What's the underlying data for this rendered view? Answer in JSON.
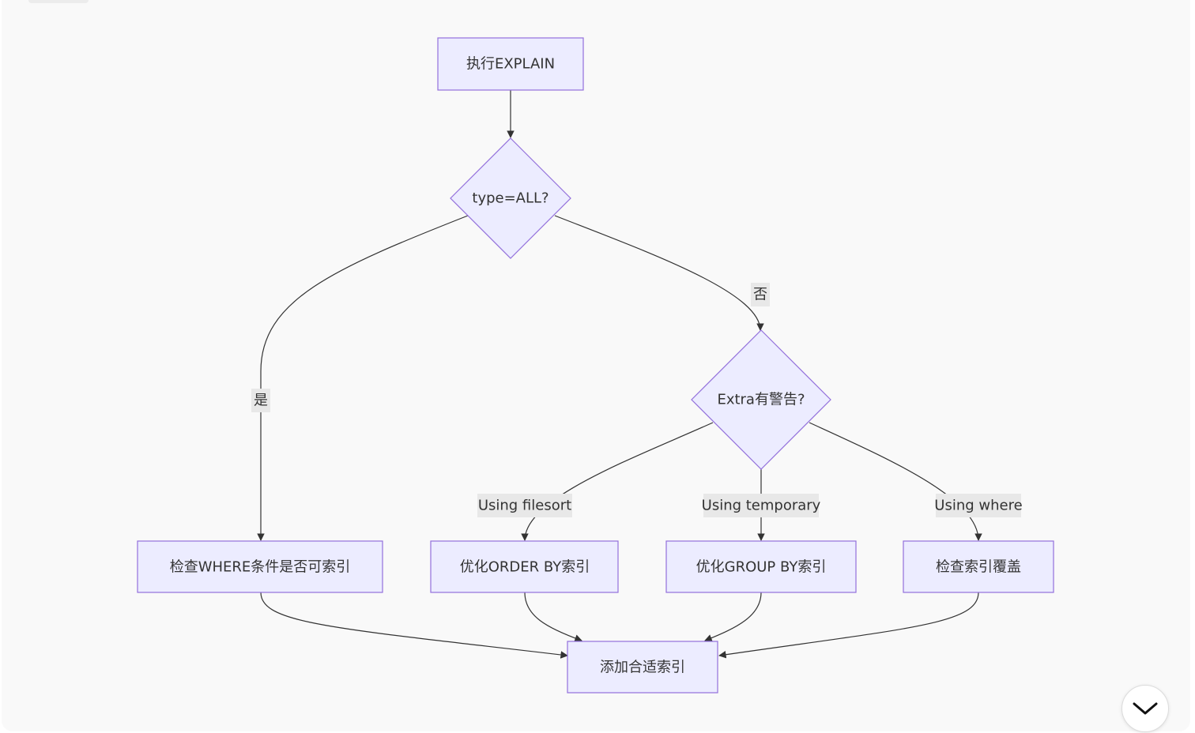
{
  "diagram": {
    "nodes": {
      "explain": "执行EXPLAIN",
      "type_all": "type=ALL?",
      "extra_warning": "Extra有警告?",
      "check_where": "检查WHERE条件是否可索引",
      "optimize_order_by": "优化ORDER BY索引",
      "optimize_group_by": "优化GROUP BY索引",
      "check_covering": "检查索引覆盖",
      "add_index": "添加合适索引"
    },
    "edge_labels": {
      "yes": "是",
      "no": "否",
      "using_filesort": "Using filesort",
      "using_temporary": "Using temporary",
      "using_where": "Using where"
    }
  },
  "colors": {
    "node_fill": "#ececff",
    "node_stroke": "#9370db",
    "edge": "#333333",
    "label_bg": "#e8e8e8"
  },
  "controls": {
    "expand_icon": "chevron-down-icon"
  }
}
